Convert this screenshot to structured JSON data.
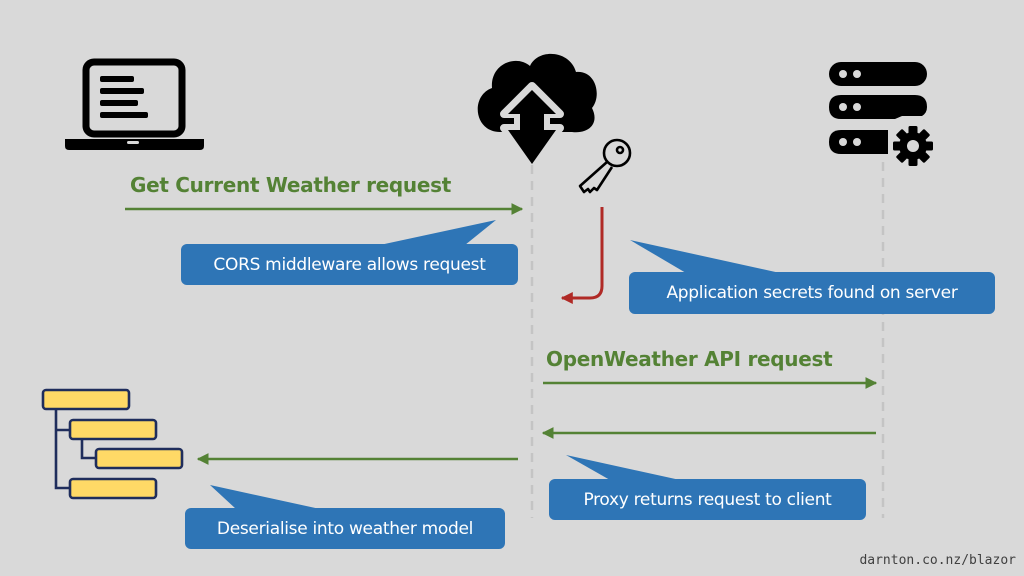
{
  "diagram": {
    "actors": [
      {
        "id": "client",
        "icon": "laptop-icon"
      },
      {
        "id": "proxy",
        "icon": "cloud-upload-download-icon"
      },
      {
        "id": "server",
        "icon": "server-gear-icon"
      }
    ],
    "secret_icon": "key-icon",
    "model_icon": "hierarchy-tree-icon",
    "messages": [
      {
        "id": "get-weather",
        "from": "client",
        "to": "proxy",
        "label": "Get Current Weather request"
      },
      {
        "id": "secrets-lookup",
        "from": "key",
        "to": "proxy",
        "label": ""
      },
      {
        "id": "openweather-api",
        "from": "proxy",
        "to": "server",
        "label": "OpenWeather API request"
      },
      {
        "id": "server-response",
        "from": "server",
        "to": "proxy",
        "label": ""
      },
      {
        "id": "proxy-response",
        "from": "proxy",
        "to": "client",
        "label": ""
      }
    ],
    "callouts": {
      "cors": "CORS middleware allows request",
      "secrets": "Application secrets found on server",
      "proxy_returns": "Proxy returns request to client",
      "deserialise": "Deserialise into weather model"
    },
    "colors": {
      "background": "#d9d9d9",
      "arrow_green": "#548235",
      "arrow_red": "#b02a26",
      "callout_blue": "#2e75b6",
      "model_fill": "#ffd966",
      "model_stroke": "#1f2d5c",
      "lifeline": "#bfbfbf"
    }
  },
  "footer": {
    "url": "darnton.co.nz/blazor"
  }
}
